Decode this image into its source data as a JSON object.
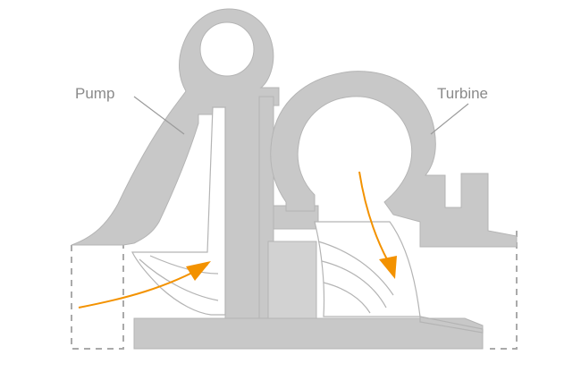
{
  "labels": {
    "pump": "Pump",
    "turbine": "Turbine"
  },
  "colors": {
    "housing": "#c8c8c8",
    "housing_stroke": "#b4b4b4",
    "line": "#9a9a9a",
    "dashed": "#aaaaaa",
    "flow_arrow": "#f39200",
    "background": "#ffffff"
  },
  "flow_arrows": [
    "pump-inflow-arrow",
    "turbine-flow-arrow"
  ]
}
